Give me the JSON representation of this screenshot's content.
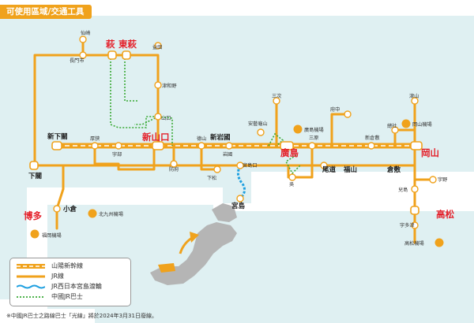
{
  "header": {
    "title": "可使用區域/交通工具"
  },
  "colors": {
    "shinkansen": "#f0a21c",
    "jr_line": "#f0a21c",
    "ferry": "#1fa0e0",
    "bus": "#39a935",
    "sea": "#dff0f2",
    "land": "#ffffff",
    "major_city": "#e4202a",
    "japan_silhouette": "#b5b5b5"
  },
  "cities": {
    "hagi": "萩",
    "higashihagi": "東萩",
    "shinyamaguchi": "新山口",
    "hiroshima": "廣島",
    "okayama": "岡山",
    "hakata": "博多",
    "takamatsu": "高松"
  },
  "stations": {
    "shimonoseki": "下關",
    "shinshimonoseki": "新下關",
    "kokura": "小倉",
    "kokura_sp": "小倉",
    "sentaki": "仙崎",
    "nagatoshi": "長門市",
    "masuda": "益田",
    "tsuwano": "津和野",
    "yamaguchi": "山口",
    "asa": "厚狭",
    "ube": "宇部",
    "tokuyama": "德山",
    "hofu": "防府",
    "kudamatsu": "下松",
    "shiniwakuni": "新岩國",
    "iwakuni": "岩國",
    "miyajimaguchi": "宮島口",
    "miyajima": "宮島",
    "miyoshi": "三次",
    "akiKameyama": "安藝龜山",
    "kure": "吳",
    "mihara": "三原",
    "onomichi": "尾道",
    "fukuyama": "福山",
    "fuchu": "府中",
    "shinkurashiki": "新倉敷",
    "kurashiki": "倉敷",
    "soja": "總社",
    "tsuyama": "津山",
    "uno": "宇野",
    "kojima": "兒島",
    "utazu": "宇多津"
  },
  "airports": {
    "okayama": "岡山機場",
    "hiroshima": "廣島機場",
    "kitakyushu": "北九州機場",
    "fukuoka": "福岡機場",
    "takamatsu": "高松機場"
  },
  "icons": {
    "airport": "airplane-icon",
    "japan": "japan-map-icon"
  },
  "legend": [
    {
      "key": "shinkansen",
      "label": "山陽新幹線"
    },
    {
      "key": "jr",
      "label": "JR線"
    },
    {
      "key": "ferry",
      "label": "JR西日本宮島渡輪"
    },
    {
      "key": "bus",
      "label": "中國JR巴士"
    }
  ],
  "footnote": "※中國JR巴士之路線巴士「光線」將於2024年3月31日廢線。"
}
